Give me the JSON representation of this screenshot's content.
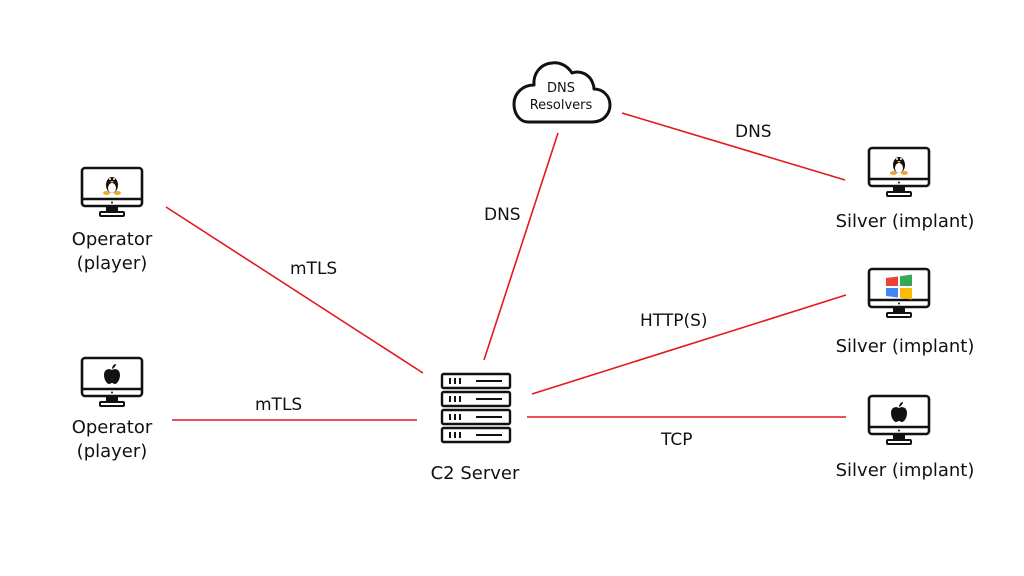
{
  "diagram": {
    "link_color": "#e3191f",
    "nodes": {
      "operator_linux": {
        "label_line1": "Operator",
        "label_line2": "(player)",
        "os": "linux-tux-icon"
      },
      "operator_mac": {
        "label_line1": "Operator",
        "label_line2": "(player)",
        "os": "apple-icon"
      },
      "dns_resolvers": {
        "label_line1": "DNS",
        "label_line2": "Resolvers"
      },
      "c2_server": {
        "label": "C2 Server"
      },
      "implant_linux": {
        "label": "Silver (implant)",
        "os": "linux-tux-icon"
      },
      "implant_windows": {
        "label": "Silver (implant)",
        "os": "windows-logo-icon"
      },
      "implant_mac": {
        "label": "Silver (implant)",
        "os": "apple-icon"
      }
    },
    "links": [
      {
        "from": "operator_linux",
        "to": "c2_server",
        "label": "mTLS"
      },
      {
        "from": "operator_mac",
        "to": "c2_server",
        "label": "mTLS"
      },
      {
        "from": "c2_server",
        "to": "dns_resolvers",
        "label": "DNS"
      },
      {
        "from": "dns_resolvers",
        "to": "implant_linux",
        "label": "DNS"
      },
      {
        "from": "c2_server",
        "to": "implant_windows",
        "label": "HTTP(S)"
      },
      {
        "from": "c2_server",
        "to": "implant_mac",
        "label": "TCP"
      }
    ],
    "windows_colors": [
      "#ea4335",
      "#34a853",
      "#4285f4",
      "#fbbc05"
    ],
    "tux_accent": "#f5a623"
  }
}
